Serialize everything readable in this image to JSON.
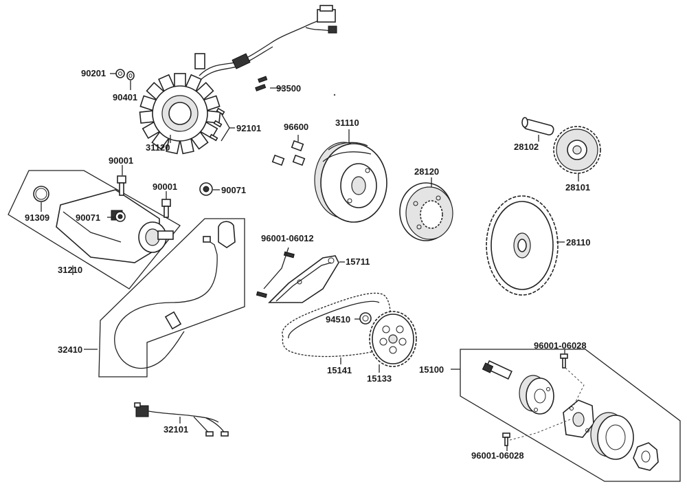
{
  "diagram": {
    "labels": {
      "l90201": "90201",
      "l90401": "90401",
      "l93500": "93500",
      "l31120": "31120",
      "l92101": "92101",
      "l96600": "96600",
      "l31110": "31110",
      "l28102": "28102",
      "l28101": "28101",
      "l90001a": "90001",
      "l90001b": "90001",
      "l90071a": "90071",
      "l91309": "91309",
      "l90071b": "90071",
      "l28120": "28120",
      "l28110": "28110",
      "l31210": "31210",
      "l96001_06012": "96001-06012",
      "l15711": "15711",
      "l94510": "94510",
      "l32410": "32410",
      "l15141": "15141",
      "l15133": "15133",
      "l96001_06028a": "96001-06028",
      "l15100": "15100",
      "l32101": "32101",
      "l96001_06028b": "96001-06028"
    }
  }
}
